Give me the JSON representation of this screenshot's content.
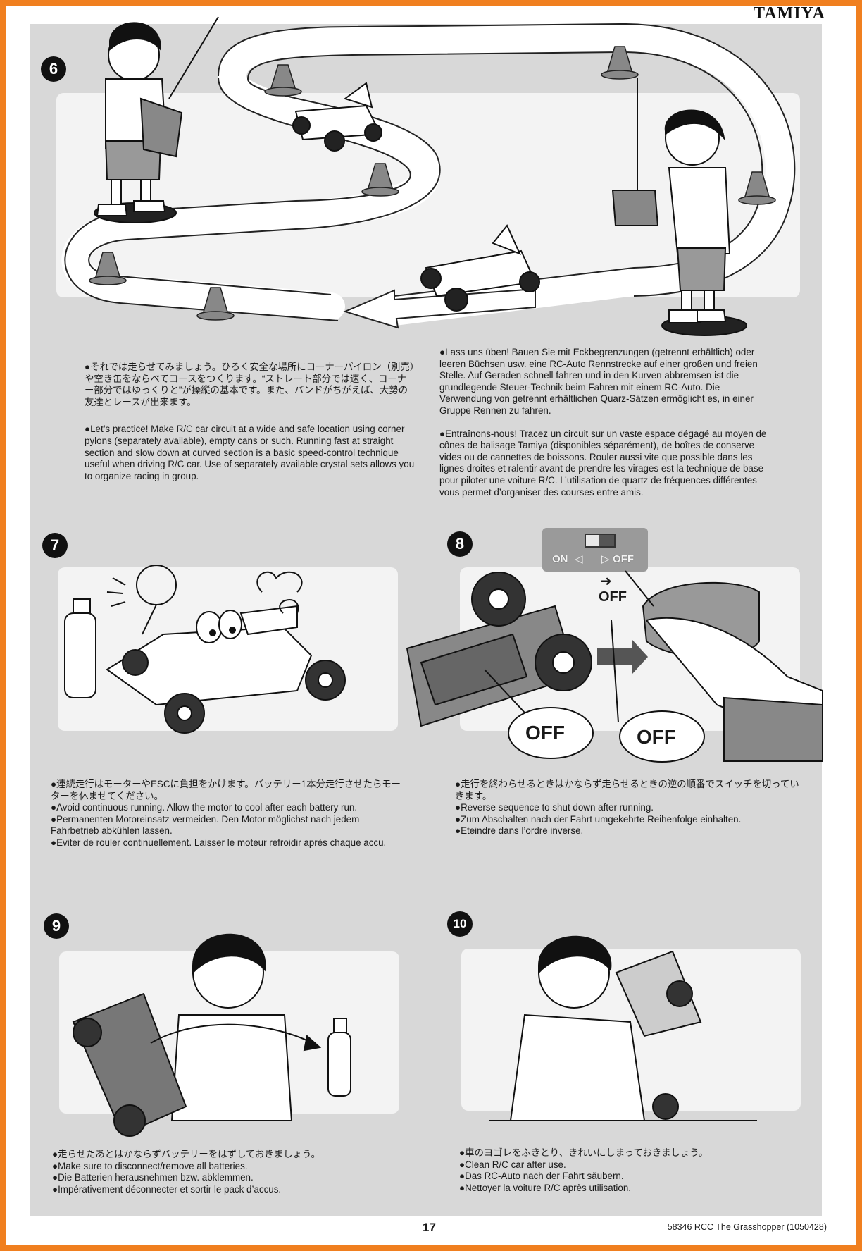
{
  "header": {
    "brand": "TAMIYA"
  },
  "steps": [
    {
      "number": "6",
      "ja": "●それでは走らせてみましょう。ひろく安全な場所にコーナーパイロン（別売）や空き缶をならべてコースをつくります。“ストレート部分では速く、コーナー部分ではゆっくりと”が操縦の基本です。また、バンドがちがえば、大勢の友達とレースが出来ます。",
      "en": "●Let’s practice! Make R/C car circuit at a wide and safe location using corner pylons (separately available), empty cans or such. Running fast at straight section and slow down at curved section is a basic speed-control technique useful when driving R/C car. Use of separately available crystal sets allows you to organize racing in group.",
      "de": "●Lass uns üben! Bauen Sie mit Eckbegrenzungen (getrennt erhältlich) oder leeren Büchsen usw. eine RC-Auto Rennstrecke auf einer großen und freien Stelle. Auf Geraden schnell fahren und in den Kurven abbremsen ist die grundlegende Steuer-Technik beim Fahren mit einem RC-Auto. Die Verwendung von getrennt erhältlichen Quarz-Sätzen ermöglicht es, in einer Gruppe Rennen zu fahren.",
      "fr": "●Entraînons-nous! Tracez un circuit sur un vaste espace dégagé au moyen de cônes de balisage Tamiya (disponibles séparément), de boîtes de conserve vides ou de cannettes de boissons. Rouler aussi vite que possible dans les lignes droites et ralentir avant de prendre les virages est la technique de base pour piloter une voiture R/C. L’utilisation de quartz de fréquences différentes vous permet d’organiser des courses entre amis."
    },
    {
      "number": "7",
      "lines": [
        "●連続走行はモーターやESCに負担をかけます。バッテリー1本分走行させたらモーターを休ませてください。",
        "●Avoid continuous running. Allow the motor to cool after each battery run.",
        "●Permanenten Motoreinsatz vermeiden. Den Motor möglichst nach jedem Fahrbetrieb abkühlen lassen.",
        "●Eviter de rouler continuellement. Laisser le moteur refroidir après chaque accu."
      ]
    },
    {
      "number": "8",
      "switch_on": "ON",
      "switch_off": "OFF",
      "arrow_label": "OFF",
      "bubble1": "OFF",
      "bubble2": "OFF",
      "lines": [
        "●走行を終わらせるときはかならず走らせるときの逆の順番でスイッチを切っていきます。",
        "●Reverse sequence to shut down after running.",
        "●Zum Abschalten nach der Fahrt umgekehrte Reihenfolge einhalten.",
        "●Eteindre dans l’ordre inverse."
      ]
    },
    {
      "number": "9",
      "lines": [
        "●走らせたあとはかならずバッテリーをはずしておきましょう。",
        "●Make sure to disconnect/remove all batteries.",
        "●Die Batterien herausnehmen bzw. abklemmen.",
        "●Impérativement déconnecter et sortir le pack d’accus."
      ]
    },
    {
      "number": "10",
      "lines": [
        "●車のヨゴレをふきとり、きれいにしまっておきましょう。",
        "●Clean R/C car after use.",
        "●Das RC-Auto nach der Fahrt säubern.",
        "●Nettoyer la voiture R/C après utilisation."
      ]
    }
  ],
  "footer": {
    "page": "17",
    "code": "58346 RCC The Grasshopper (1050428)"
  },
  "colors": {
    "frame": "#f07f1f",
    "background": "#d8d8d8",
    "panel": "#f3f3f3"
  }
}
